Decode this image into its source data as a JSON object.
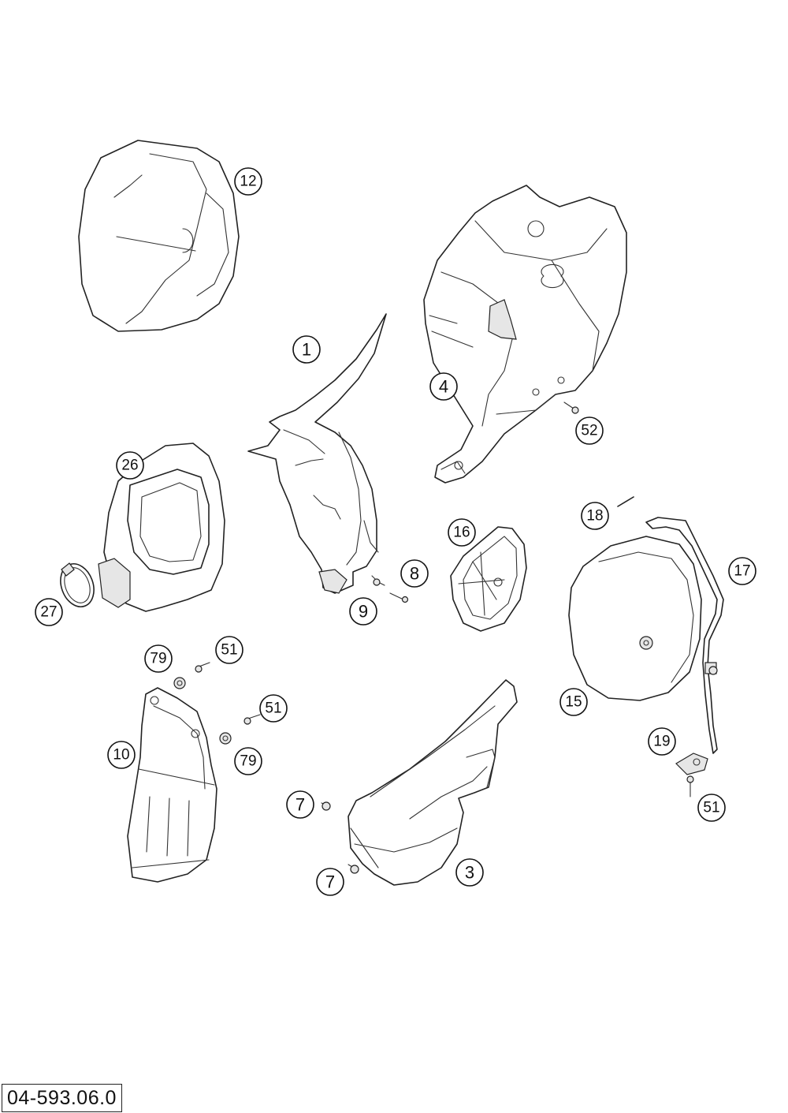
{
  "diagram": {
    "document_code": "04-593.06.0",
    "callouts": [
      {
        "id": "c12",
        "label": "12"
      },
      {
        "id": "c1",
        "label": "1"
      },
      {
        "id": "c4",
        "label": "4"
      },
      {
        "id": "c52",
        "label": "52"
      },
      {
        "id": "c26",
        "label": "26"
      },
      {
        "id": "c27",
        "label": "27"
      },
      {
        "id": "c8",
        "label": "8"
      },
      {
        "id": "c9",
        "label": "9"
      },
      {
        "id": "c16",
        "label": "16"
      },
      {
        "id": "c18",
        "label": "18"
      },
      {
        "id": "c17",
        "label": "17"
      },
      {
        "id": "c15",
        "label": "15"
      },
      {
        "id": "c79a",
        "label": "79"
      },
      {
        "id": "c51a",
        "label": "51"
      },
      {
        "id": "c51b",
        "label": "51"
      },
      {
        "id": "c79b",
        "label": "79"
      },
      {
        "id": "c10",
        "label": "10"
      },
      {
        "id": "c7a",
        "label": "7"
      },
      {
        "id": "c7b",
        "label": "7"
      },
      {
        "id": "c3",
        "label": "3"
      },
      {
        "id": "c19",
        "label": "19"
      },
      {
        "id": "c51c",
        "label": "51"
      }
    ]
  }
}
